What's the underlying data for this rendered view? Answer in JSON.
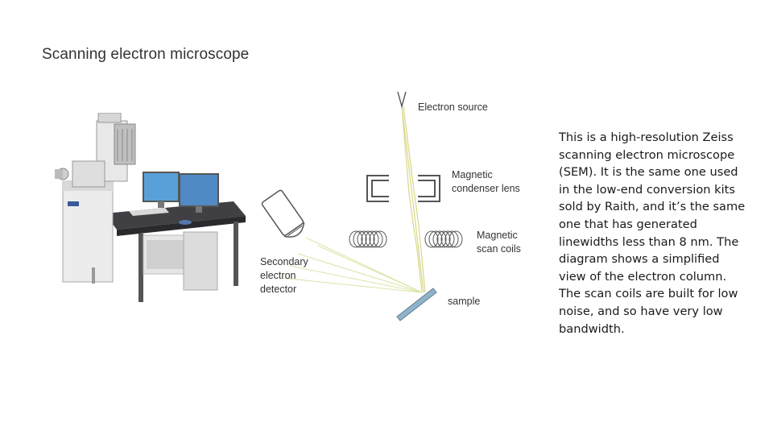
{
  "title": "Scanning electron microscope",
  "diagram": {
    "electron_source": "Electron source",
    "condenser_line1": "Magnetic",
    "condenser_line2": "condenser lens",
    "scan_line1": "Magnetic",
    "scan_line2": "scan coils",
    "detector_line1": "Secondary",
    "detector_line2": "electron",
    "detector_line3": "detector",
    "sample": "sample"
  },
  "caption": "This is a high-resolution Zeiss scanning electron microscope (SEM). It is the same one used in the low-end conversion kits sold by Raith, and it’s the same one that has generated linewidths less than 8 nm. The diagram shows a simplified view of the electron column. The scan coils are built for low noise, and so have very low bandwidth.",
  "colors": {
    "beam": "#d8d88a",
    "sample": "#8fb3c9",
    "outline": "#555555"
  }
}
